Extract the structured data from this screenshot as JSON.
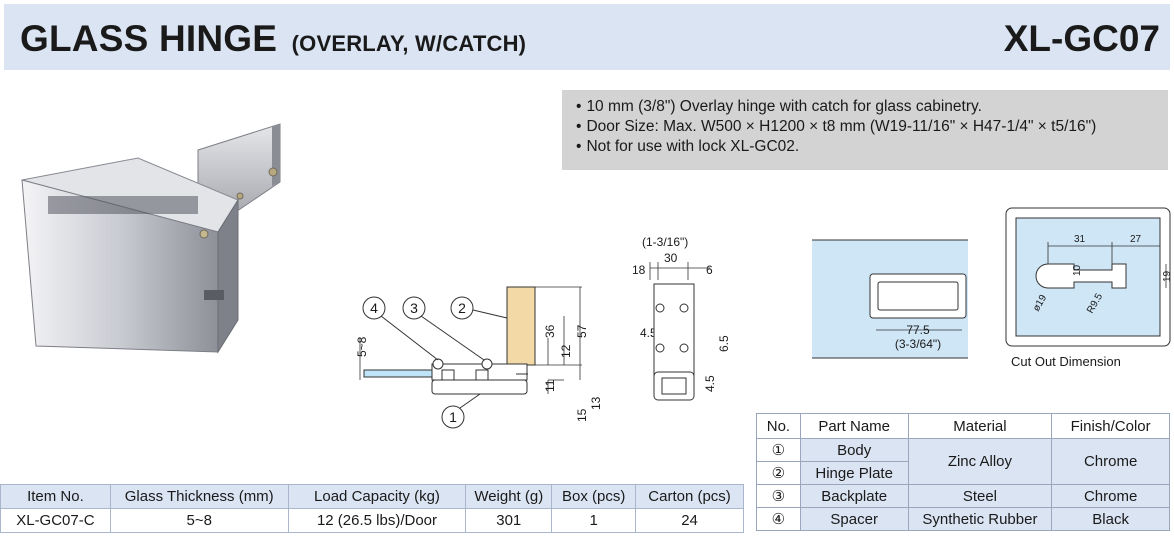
{
  "header": {
    "title": "GLASS HINGE",
    "subtitle": "(OVERLAY, W/CATCH)",
    "model": "XL-GC07"
  },
  "features": [
    "10 mm (3/8\") Overlay hinge with catch for glass cabinetry.",
    "Door Size: Max. W500 × H1200 × t8 mm (W19-11/16\" × H47-1/4\" × t5/16\")",
    "Not for use with lock XL-GC02."
  ],
  "side_drawing": {
    "callouts": [
      "4",
      "3",
      "2",
      "1"
    ],
    "dims": {
      "glass": "5~8",
      "d36": "36",
      "d12": "12",
      "d57": "57",
      "d11": "11",
      "d15": "15",
      "d13": "13"
    }
  },
  "front_drawing": {
    "width_in": "(1-3/16\")",
    "d18": "18",
    "d30": "30",
    "d6": "6",
    "d45a": "4.5",
    "d65": "6.5",
    "d45b": "4.5"
  },
  "glass_drawing": {
    "width": "77.5",
    "width_in": "(3-3/64\")"
  },
  "cutout": {
    "label": "Cut Out Dimension",
    "d31": "31",
    "d27": "27",
    "d10": "10",
    "d19": "19",
    "phi19": "ø19",
    "r95": "R9.5"
  },
  "item_table": {
    "headers": [
      "Item No.",
      "Glass Thickness (mm)",
      "Load Capacity (kg)",
      "Weight (g)",
      "Box (pcs)",
      "Carton (pcs)"
    ],
    "row": [
      "XL-GC07-C",
      "5~8",
      "12 (26.5 lbs)/Door",
      "301",
      "1",
      "24"
    ]
  },
  "parts_table": {
    "headers": [
      "No.",
      "Part Name",
      "Material",
      "Finish/Color"
    ],
    "rows": [
      {
        "no": "①",
        "name": "Body",
        "material": "Zinc Alloy",
        "finish": "Chrome"
      },
      {
        "no": "②",
        "name": "Hinge Plate"
      },
      {
        "no": "③",
        "name": "Backplate",
        "material": "Steel",
        "finish": "Chrome"
      },
      {
        "no": "④",
        "name": "Spacer",
        "material": "Synthetic Rubber",
        "finish": "Black"
      }
    ]
  },
  "colors": {
    "header_bg": "#dbe4f3",
    "feature_bg": "#d3d3d3",
    "glass_blue": "#cfe6f6",
    "backplate_wood": "#f2d9a6"
  }
}
